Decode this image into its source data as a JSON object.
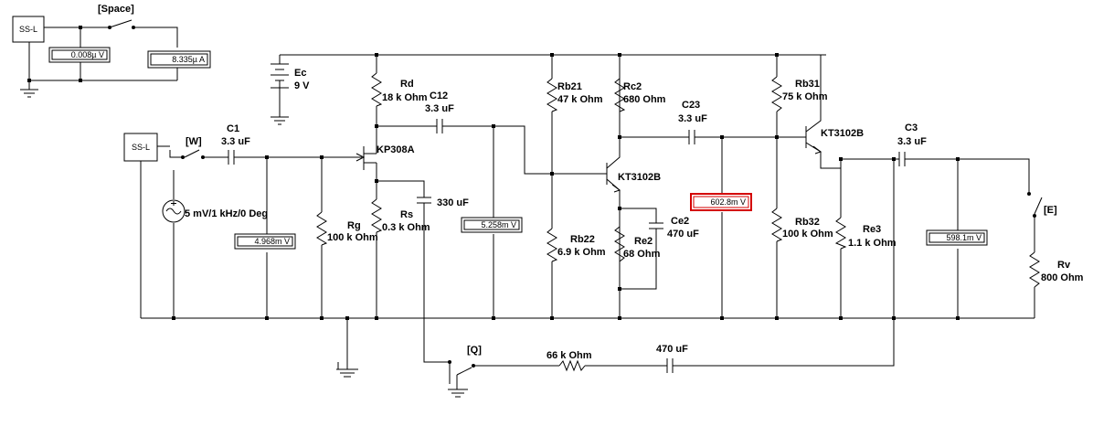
{
  "sources": {
    "ss_top": "SS-L",
    "ss_main": "SS-L",
    "battery": {
      "name": "Ec",
      "value": "9 V"
    },
    "ac": "5 mV/1 kHz/0 Deg"
  },
  "switches": {
    "space": "[Space]",
    "w": "[W]",
    "q": "[Q]",
    "e": "[E]"
  },
  "meters": {
    "top_left": "0.008µ V",
    "top_right": "8.335µ A",
    "input": "4.968m V",
    "stage1": "5.258m V",
    "stage2": "602.8m V",
    "output": "598.1m V"
  },
  "components": {
    "rd": {
      "name": "Rd",
      "value": "18 k Ohm"
    },
    "c12": {
      "name": "C12",
      "value": "3.3 uF"
    },
    "c1": {
      "name": "C1",
      "value": "3.3 uF"
    },
    "q1": "KP308A",
    "rg": {
      "name": "Rg",
      "value": "100 k Ohm"
    },
    "rs": {
      "name": "Rs",
      "value": "0.3 k Ohm"
    },
    "cs": "330 uF",
    "rb21": {
      "name": "Rb21",
      "value": "47 k Ohm"
    },
    "rc2": {
      "name": "Rc2",
      "value": "680  Ohm"
    },
    "c23": {
      "name": "C23",
      "value": "3.3 uF"
    },
    "q2": "KT3102B",
    "rb22": {
      "name": "Rb22",
      "value": "6.9 k Ohm"
    },
    "re2": {
      "name": "Re2",
      "value": "68  Ohm"
    },
    "ce2": {
      "name": "Ce2",
      "value": "470 uF"
    },
    "rb31": {
      "name": "Rb31",
      "value": "75 k Ohm"
    },
    "q3": "KT3102B",
    "rb32": {
      "name": "Rb32",
      "value": "100 k Ohm"
    },
    "re3": {
      "name": "Re3",
      "value": "1.1 k Ohm"
    },
    "c3": {
      "name": "C3",
      "value": "3.3 uF"
    },
    "rv": {
      "name": "Rv",
      "value": "800  Ohm"
    },
    "rfb": "66 k Ohm",
    "cfb": "470 uF"
  }
}
